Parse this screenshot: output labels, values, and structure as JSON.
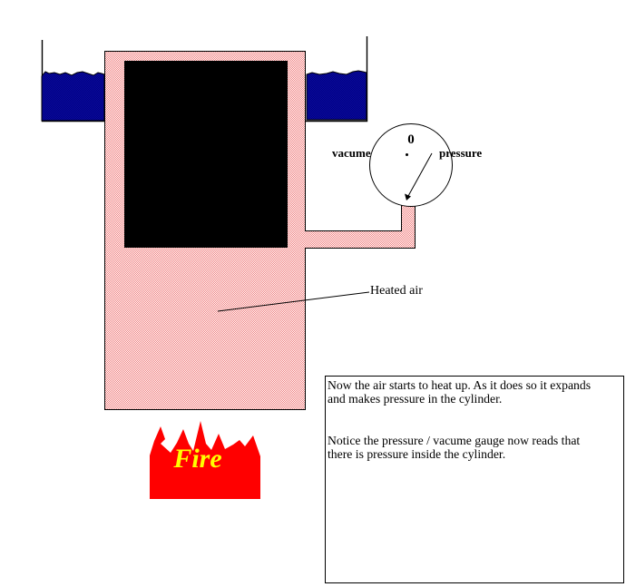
{
  "diagram": {
    "gauge": {
      "value_label": "0",
      "left_label": "vacume",
      "right_label": "pressure"
    },
    "annotations": {
      "heated_air": "Heated air",
      "fire": "Fire"
    },
    "colors": {
      "cylinder_pink_dither": "#f07e7e",
      "water_navy": "#000080",
      "fire_red": "#ff0000",
      "fire_text_yellow": "#ffff00",
      "piston_black": "#000000"
    }
  },
  "textbox": {
    "lines": [
      "Now the air starts to heat up. As it does so it expands",
      "and makes pressure in the cylinder.",
      "",
      "",
      "Notice the pressure / vacume gauge now reads that",
      "there is pressure inside the cylinder."
    ]
  }
}
